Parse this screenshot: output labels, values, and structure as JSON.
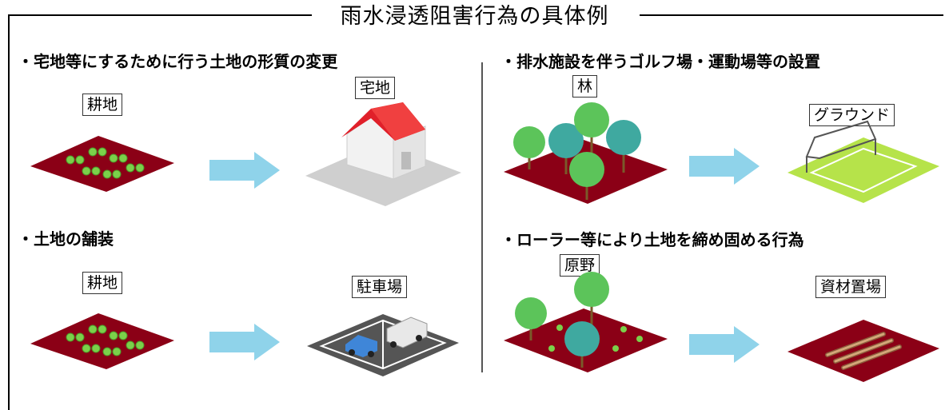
{
  "title": "雨水浸透阻害行為の具体例",
  "sections": [
    {
      "heading": "・宅地等にするために行う土地の形質の変更",
      "before_label": "耕地",
      "after_label": "宅地"
    },
    {
      "heading": "・土地の舗装",
      "before_label": "耕地",
      "after_label": "駐車場"
    },
    {
      "heading": "・排水施設を伴うゴルフ場・運動場等の設置",
      "before_label": "林",
      "after_label": "グラウンド"
    },
    {
      "heading": "・ローラー等により土地を締め固める行為",
      "before_label": "原野",
      "after_label": "資材置場"
    }
  ],
  "colors": {
    "soil": "#8b0016",
    "arrow": "#8fd3ea",
    "tree": "#5cc45a",
    "tree_dark": "#3fa9a0",
    "grass": "#b6e34a",
    "roof": "#e0202a"
  },
  "icons": [
    "crop-field-icon",
    "arrow-right-icon",
    "house-icon",
    "parking-lot-icon",
    "forest-icon",
    "soccer-field-icon",
    "grassland-icon",
    "lumber-yard-icon"
  ]
}
